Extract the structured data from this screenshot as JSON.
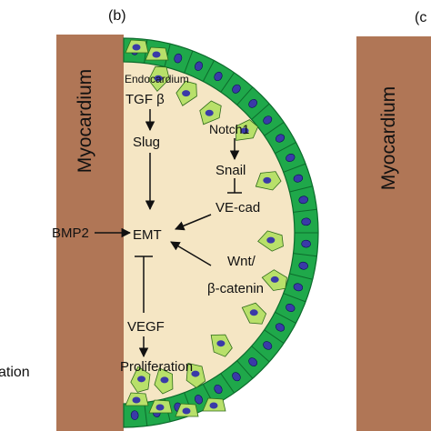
{
  "panels": {
    "b_label": "(b)",
    "c_label": "(c"
  },
  "left_fragment": "ation",
  "myocardium_label_b": "Myocardium",
  "myocardium_label_c": "Myocardium",
  "endocardium_label": "Endocardium",
  "pathway": {
    "tgfb": "TGF β",
    "slug": "Slug",
    "notch1": "Notch1",
    "snail": "Snail",
    "vecad": "VE-cad",
    "bmp2": "BMP2",
    "emt": "EMT",
    "wnt": "Wnt/",
    "bcatenin": "β-catenin",
    "vegf": "VEGF",
    "proliferation": "Proliferation"
  },
  "colors": {
    "myocardium": "#b07656",
    "cushion": "#f5e6c4",
    "endothelial": "#1fa84a",
    "mesenchymal": "#b8e06a",
    "nucleus": "#3a3aa8",
    "arrow": "#111111"
  }
}
